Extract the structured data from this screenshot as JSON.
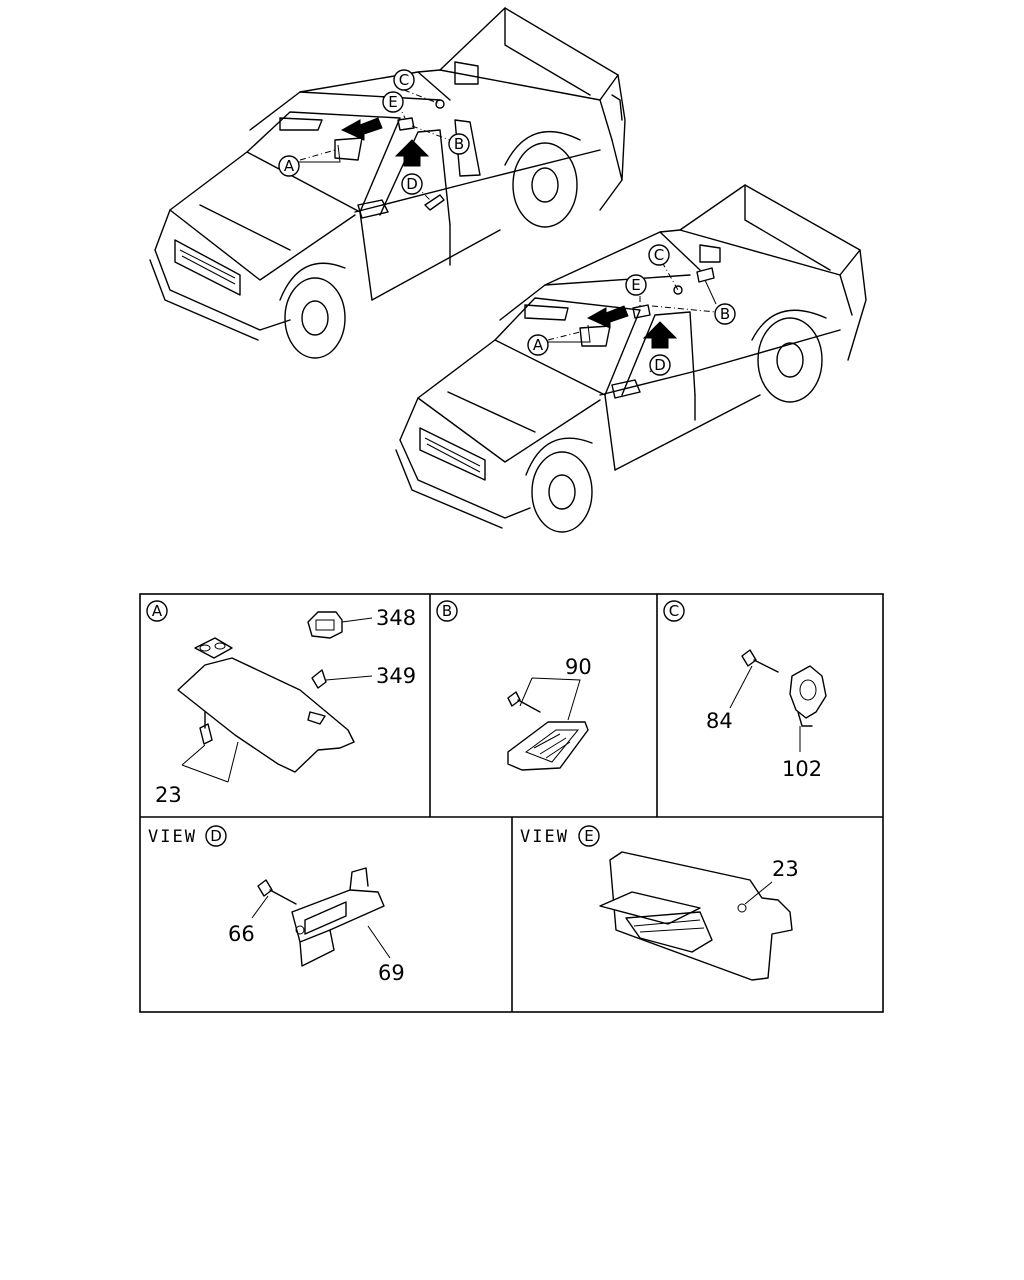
{
  "callouts": {
    "A": "A",
    "B": "B",
    "C": "C",
    "D": "D",
    "E": "E"
  },
  "view_label": "VIEW",
  "panels": {
    "A": {
      "parts": [
        "348",
        "349",
        "23"
      ]
    },
    "B": {
      "parts": [
        "90"
      ]
    },
    "C": {
      "parts": [
        "84",
        "102"
      ]
    },
    "D": {
      "parts": [
        "66",
        "69"
      ]
    },
    "E": {
      "parts": [
        "23"
      ]
    }
  }
}
